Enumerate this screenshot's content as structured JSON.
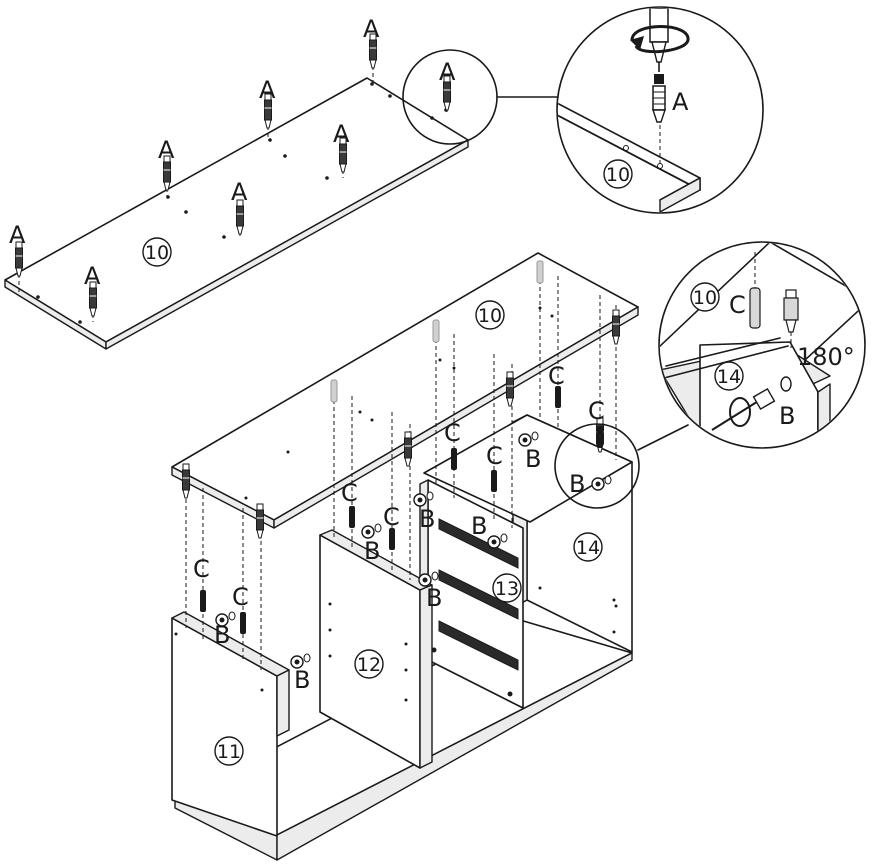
{
  "labels": {
    "part_a": "A",
    "part_b": "B",
    "part_c": "C",
    "panel_10": "10",
    "panel_11": "11",
    "panel_12": "12",
    "panel_13": "13",
    "panel_14": "14",
    "rotation": "180°"
  },
  "colors": {
    "ink": "#1a1a1a",
    "paper": "#ffffff",
    "ghost_dowel": "#d0d0d0"
  }
}
